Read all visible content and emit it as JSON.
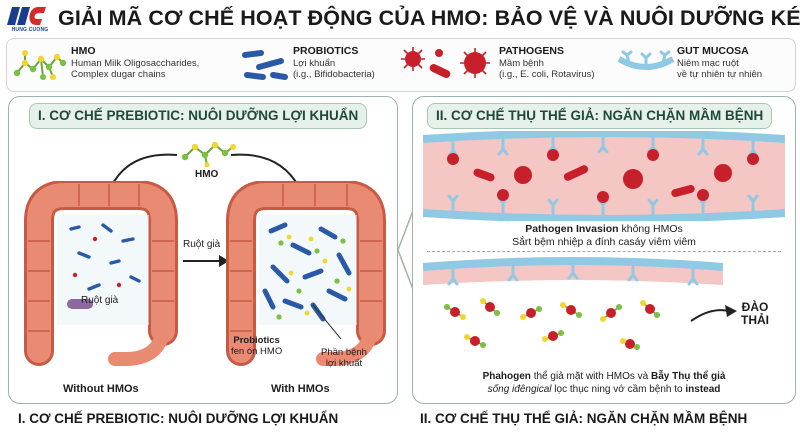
{
  "brand": {
    "logo_text": "HUNG CUONG"
  },
  "title": "GIẢI MÃ CƠ CHẾ HOẠT ĐỘNG CỦA HMO: BẢO VỆ VÀ NUÔI DƯỠNG KÉP",
  "legend": [
    {
      "icon": "hmo-chain-icon",
      "title": "HMO",
      "lines": [
        "Human Milk Oligosaccharides,",
        "Complex dugar chains"
      ]
    },
    {
      "icon": "probiotics-icon",
      "title": "PROBIOTICS",
      "lines": [
        "Lợi khuẩn",
        "(i.g., Bifidobacteria)"
      ]
    },
    {
      "icon": "pathogen-icon",
      "title": "PATHOGENS",
      "lines": [
        "Mầm bệnh",
        "(i.g., E. coli, Rotavirus)"
      ]
    },
    {
      "icon": "gut-mucosa-icon",
      "title": "GUT MUCOSA",
      "lines": [
        "Niêm mạc ruột",
        "về tự nhiên tự nhiên"
      ]
    }
  ],
  "left_panel": {
    "title": "I. CƠ CHẾ PREBIOTIC: NUÔI DƯỠNG LỢI KHUẨN",
    "hmo_label": "HMO",
    "arrow_label": "Ruột già",
    "colon_label": "Ruột già",
    "probiotics_label": [
      "Probiotics",
      "fen ón HMO"
    ],
    "pathogen_label": [
      "Phần bệnh",
      "lợi khuất"
    ],
    "without": "Without HMOs",
    "with": "With HMOs"
  },
  "right_panel": {
    "title": "II. CƠ CHẾ THỤ THỂ GIẢ: NGĂN CHẶN MẦM BỆNH",
    "top_caption_bold": "Pathogen Invasion",
    "top_caption_rest": " không HMOs",
    "top_caption_line2": "Sắrt bệm nhiệp a đính casáy viêm viêm",
    "exit_label": [
      "ĐÀO",
      "THẢI"
    ],
    "bottom_caption_1a": "Phahogen",
    "bottom_caption_1b": " thể giả mặt with HMOs và ",
    "bottom_caption_1c": "Bẫy Thụ thể giả",
    "bottom_caption_2a": "sống iđêngical",
    "bottom_caption_2b": " lọc thục ning vớ cầm bệnh to ",
    "bottom_caption_2c": "instead"
  },
  "bottom": {
    "left": "I. CƠ CHẾ PREBIOTIC: NUÔI DƯỠNG LỢI KHUẨN",
    "right": "II. CƠ CHẾ THỤ THỂ GIẢ: NGĂN CHẶN MẦM BỆNH"
  },
  "colors": {
    "colon": "#e98a72",
    "colon_dark": "#c65a45",
    "hmo_green": "#7bc043",
    "hmo_yellow": "#f2d531",
    "probiotic": "#2a5aa5",
    "pathogen": "#c8202a",
    "mucosa": "#8fc9e3",
    "panel_border": "#9fb3a8",
    "title_green": "#1f4a35"
  }
}
